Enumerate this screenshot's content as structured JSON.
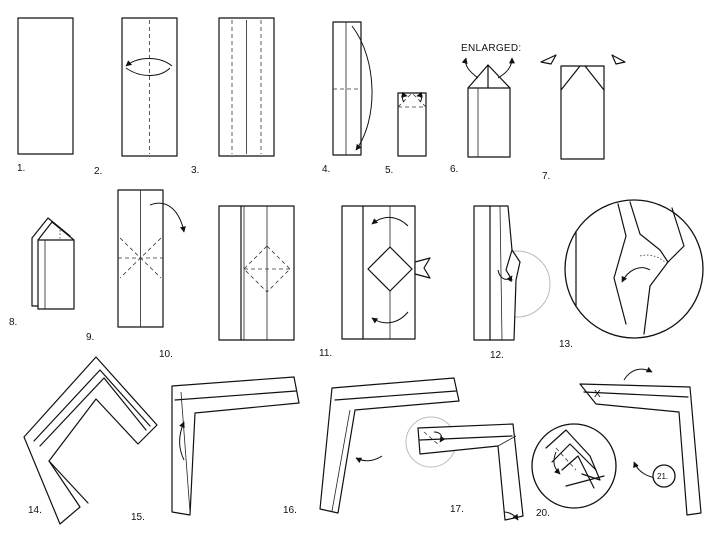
{
  "steps": [
    "1.",
    "2.",
    "3.",
    "4.",
    "5.",
    "6.",
    "7.",
    "8.",
    "9.",
    "10.",
    "11.",
    "12.",
    "13.",
    "14.",
    "15.",
    "16.",
    "17.",
    "20."
  ],
  "notes": {
    "enlarged": "ENLARGED:",
    "x_mark": "X",
    "circle_ref": "21."
  }
}
